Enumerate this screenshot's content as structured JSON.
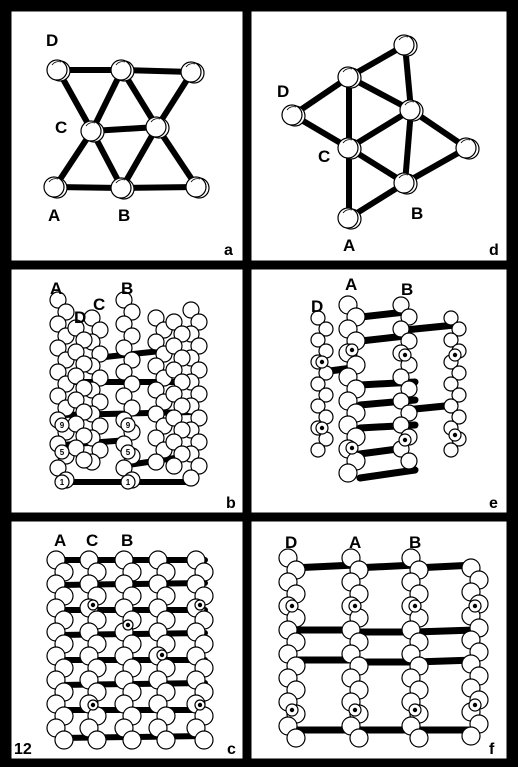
{
  "figure_number": "12",
  "panels": {
    "a": {
      "letter": "a",
      "labels": {
        "D": "D",
        "C": "C",
        "A": "A",
        "B": "B"
      }
    },
    "d": {
      "letter": "d",
      "labels": {
        "D": "D",
        "C": "C",
        "A": "A",
        "B": "B"
      }
    },
    "b": {
      "letter": "b",
      "labels": {
        "A": "A",
        "B": "B",
        "C": "C",
        "D": "D"
      },
      "residue_numbers": [
        "9",
        "9",
        "5",
        "5",
        "1",
        "1"
      ]
    },
    "e": {
      "letter": "e",
      "labels": {
        "D": "D",
        "A": "A",
        "B": "B"
      }
    },
    "c": {
      "letter": "c",
      "labels": {
        "A": "A",
        "C": "C",
        "B": "B"
      }
    },
    "f": {
      "letter": "f",
      "labels": {
        "D": "D",
        "A": "A",
        "B": "B"
      }
    }
  },
  "colors": {
    "ink": "#000000",
    "paper": "#ffffff"
  }
}
